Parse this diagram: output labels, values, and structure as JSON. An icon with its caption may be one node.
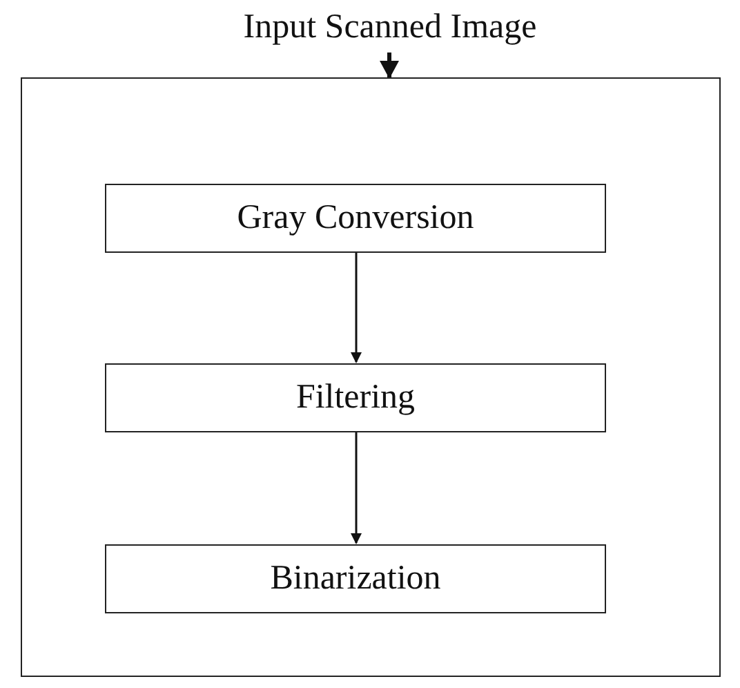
{
  "diagram": {
    "nodes": [
      {
        "text": [
          "Input Scanned Image"
        ]
      },
      {
        "text": [],
        "shape": "box"
      },
      {
        "text": [
          "Gray Conversion"
        ],
        "in": 1
      },
      {
        "text": [
          "Filtering"
        ],
        "in": 1
      },
      {
        "text": [
          "Binarization"
        ],
        "in": 1
      }
    ],
    "edges": [
      {
        "from": 0,
        "to": 1,
        "arrow": "to",
        "style": "thick"
      },
      {
        "from": 2,
        "to": 3,
        "arrow": "to"
      },
      {
        "from": 3,
        "to": 4,
        "arrow": "to"
      }
    ]
  }
}
